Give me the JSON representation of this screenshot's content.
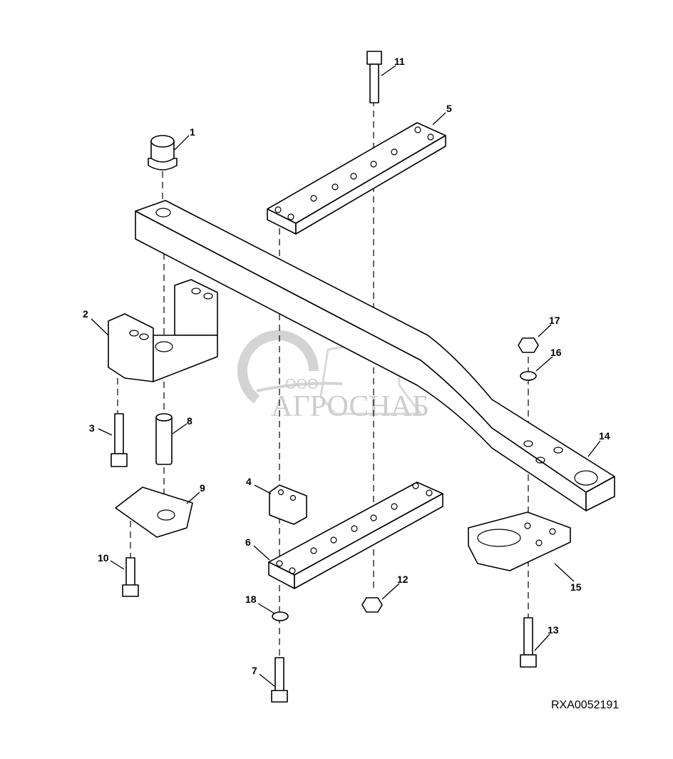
{
  "diagram": {
    "callouts": [
      "1",
      "2",
      "3",
      "4",
      "5",
      "6",
      "7",
      "8",
      "9",
      "10",
      "11",
      "12",
      "13",
      "14",
      "15",
      "16",
      "17",
      "18"
    ],
    "reference_code": "RXA0052191",
    "watermark": {
      "company_prefix": "ООО",
      "company_name": "АГРОСНАБ"
    }
  }
}
